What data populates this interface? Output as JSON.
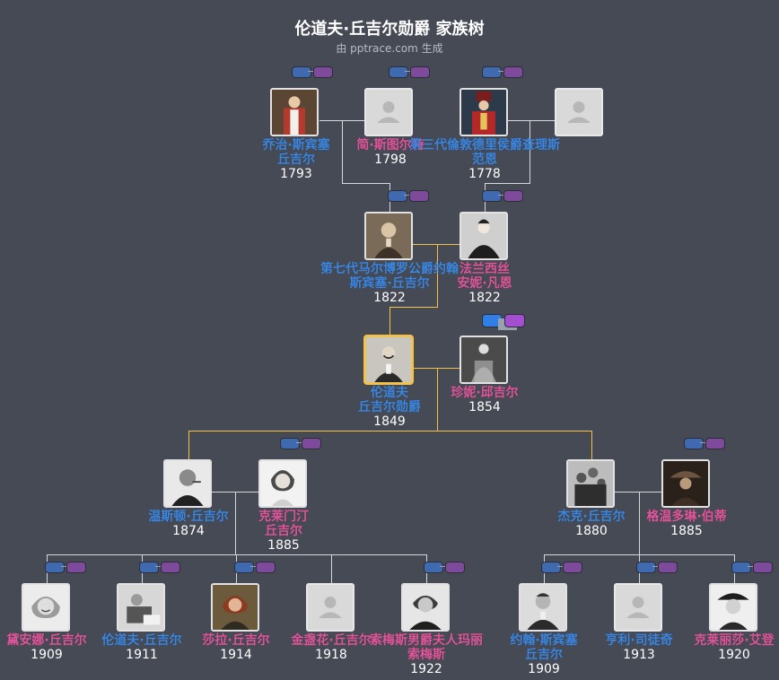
{
  "header": {
    "title": "伦道夫·丘吉尔勋爵 家族树",
    "subtitle": "由 pptrace.com 生成"
  },
  "colors": {
    "background": "#464a55",
    "male": "#3a86e0",
    "female": "#e0559a",
    "line": "#d6d8dc",
    "highlight_line": "#f2c24a",
    "ctrl_blue": "#3f6ab0",
    "ctrl_purple": "#7e4a9c"
  },
  "people": [
    {
      "id": "george-spencer-churchill",
      "name": "乔治·斯宾塞\n丘吉尔",
      "year": "1793",
      "gender": "m",
      "photo": "portrait-painting"
    },
    {
      "id": "jane-stewart",
      "name": "简·斯图尔特",
      "year": "1798",
      "gender": "f",
      "photo": "placeholder"
    },
    {
      "id": "marquess-londonderry",
      "name": "第三代倫敦德里侯爵查理斯\n范恩",
      "year": "1778",
      "gender": "m",
      "photo": "portrait-uniform"
    },
    {
      "id": "unknown-wife-1",
      "name": "",
      "year": "",
      "gender": "f",
      "photo": "placeholder"
    },
    {
      "id": "john-7th-duke",
      "name": "第七代马尔博罗公爵约翰\n斯宾塞·丘吉尔",
      "year": "1822",
      "gender": "m",
      "photo": "portrait-sepia"
    },
    {
      "id": "frances-anne-vane",
      "name": "法兰西丝\n安妮·凡恩",
      "year": "1822",
      "gender": "f",
      "photo": "portrait-lady"
    },
    {
      "id": "randolph-churchill",
      "name": "伦道夫\n丘吉尔勋爵",
      "year": "1849",
      "gender": "m",
      "photo": "portrait-gent",
      "selected": true
    },
    {
      "id": "jennie-jerome",
      "name": "珍妮·邱吉尔",
      "year": "1854",
      "gender": "f",
      "photo": "portrait-lady-bw"
    },
    {
      "id": "winston-churchill",
      "name": "温斯顿·丘吉尔",
      "year": "1874",
      "gender": "m",
      "photo": "portrait-winston"
    },
    {
      "id": "clementine-churchill",
      "name": "克莱门汀\n丘吉尔",
      "year": "1885",
      "gender": "f",
      "photo": "portrait-young-woman"
    },
    {
      "id": "jack-churchill",
      "name": "杰克·丘吉尔",
      "year": "1880",
      "gender": "m",
      "photo": "portrait-group"
    },
    {
      "id": "gwendoline-bertie",
      "name": "格温多琳·伯蒂",
      "year": "1885",
      "gender": "f",
      "photo": "portrait-dark"
    },
    {
      "id": "diana-churchill",
      "name": "黛安娜·丘吉尔",
      "year": "1909",
      "gender": "f",
      "photo": "portrait-smile"
    },
    {
      "id": "randolph-churchill-jr",
      "name": "伦道夫·丘吉尔",
      "year": "1911",
      "gender": "m",
      "photo": "portrait-writing"
    },
    {
      "id": "sarah-churchill",
      "name": "莎拉·丘吉尔",
      "year": "1914",
      "gender": "f",
      "photo": "portrait-color-woman"
    },
    {
      "id": "marigold-churchill",
      "name": "金盏花·丘吉尔",
      "year": "1918",
      "gender": "f",
      "photo": "placeholder"
    },
    {
      "id": "mary-soames",
      "name": "索梅斯男爵夫人玛丽\n索梅斯",
      "year": "1922",
      "gender": "f",
      "photo": "portrait-older-woman"
    },
    {
      "id": "john-spencer-churchill",
      "name": "约翰·斯宾塞\n丘吉尔",
      "year": "1909",
      "gender": "m",
      "photo": "portrait-man-bw"
    },
    {
      "id": "henry-winston",
      "name": "亨利·司徒奇",
      "year": "1913",
      "gender": "m",
      "photo": "placeholder"
    },
    {
      "id": "clarissa-eden",
      "name": "克莱丽莎·艾登",
      "year": "1920",
      "gender": "f",
      "photo": "portrait-hat-woman"
    }
  ]
}
